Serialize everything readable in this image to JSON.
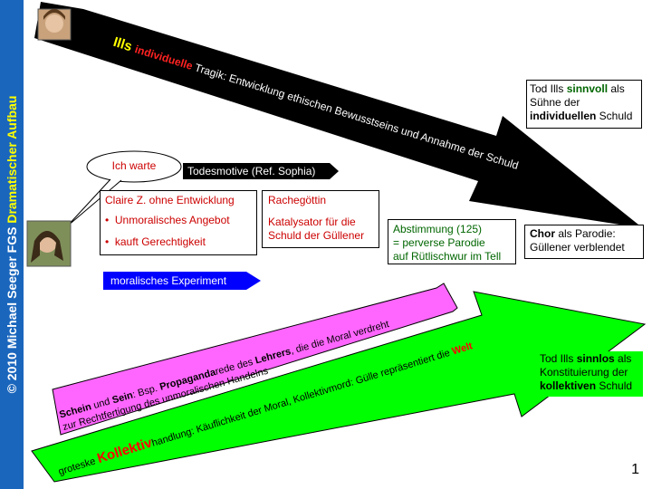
{
  "sidebar": {
    "part1": "© 2010 Michael Seeger FGS ",
    "part2": "Dramatischer Aufbau"
  },
  "arrow_top": {
    "ills": "Ills ",
    "individuelle": "individuelle",
    "rest": " Tragik: Entwicklung ethischen Bewusstseins und Annahme der Schuld"
  },
  "box_tod_sinnvoll": {
    "p1": "Tod Ills ",
    "p2": "sinnvoll",
    "p3": " als",
    "line2": "Sühne der",
    "p4": "individuellen",
    "p5": " Schuld"
  },
  "speech_bubble": "Ich warte",
  "todesmotive": "Todesmotive (Ref. Sophia)",
  "box_claire": {
    "title": "Claire Z. ohne Entwicklung",
    "item1": "Unmoralisches Angebot",
    "item2": "kauft Gerechtigkeit"
  },
  "box_rache": {
    "line1": "Rachegöttin",
    "line2": "Katalysator für die",
    "line3": "Schuld der Güllener"
  },
  "box_abstimmung": {
    "line1": "Abstimmung (125)",
    "line2": "= perverse Parodie",
    "line3": "auf Rütlischwur im Tell"
  },
  "box_chor": {
    "p1": "Chor",
    "p2": " als Parodie:",
    "line2": "Güllener verblendet"
  },
  "moralisches": "moralisches Experiment",
  "arrow_pink": {
    "a": "Schein",
    "b": " und ",
    "c": "Sein",
    "d": ": Bsp. ",
    "e": "Propaganda",
    "f": "rede des ",
    "g": "Lehrers",
    "h": ", die die Moral verdreht",
    "line2": "zur Rechtfertigung des unmoralischen Handelns"
  },
  "arrow_green": {
    "a": "groteske ",
    "b": "Kollektiv",
    "c": "handlung: Käuflichkeit der Moral, Kollektivmord: Gülle repräsentiert die ",
    "d": "Welt"
  },
  "box_tod_sinnlos": {
    "p1": "Tod Ills ",
    "p2": "sinnlos",
    "p3": " als",
    "line2": "Konstituierung der",
    "p4": "kollektiven",
    "p5": " Schuld"
  },
  "page_number": "1",
  "colors": {
    "sidebar": "#1a66bd",
    "sidebar_highlight": "#ffff00",
    "green_arrow": "#00ff00",
    "pink_arrow": "#ff66ff",
    "blue_tag": "#0000ff",
    "red_text": "#cc0000"
  }
}
